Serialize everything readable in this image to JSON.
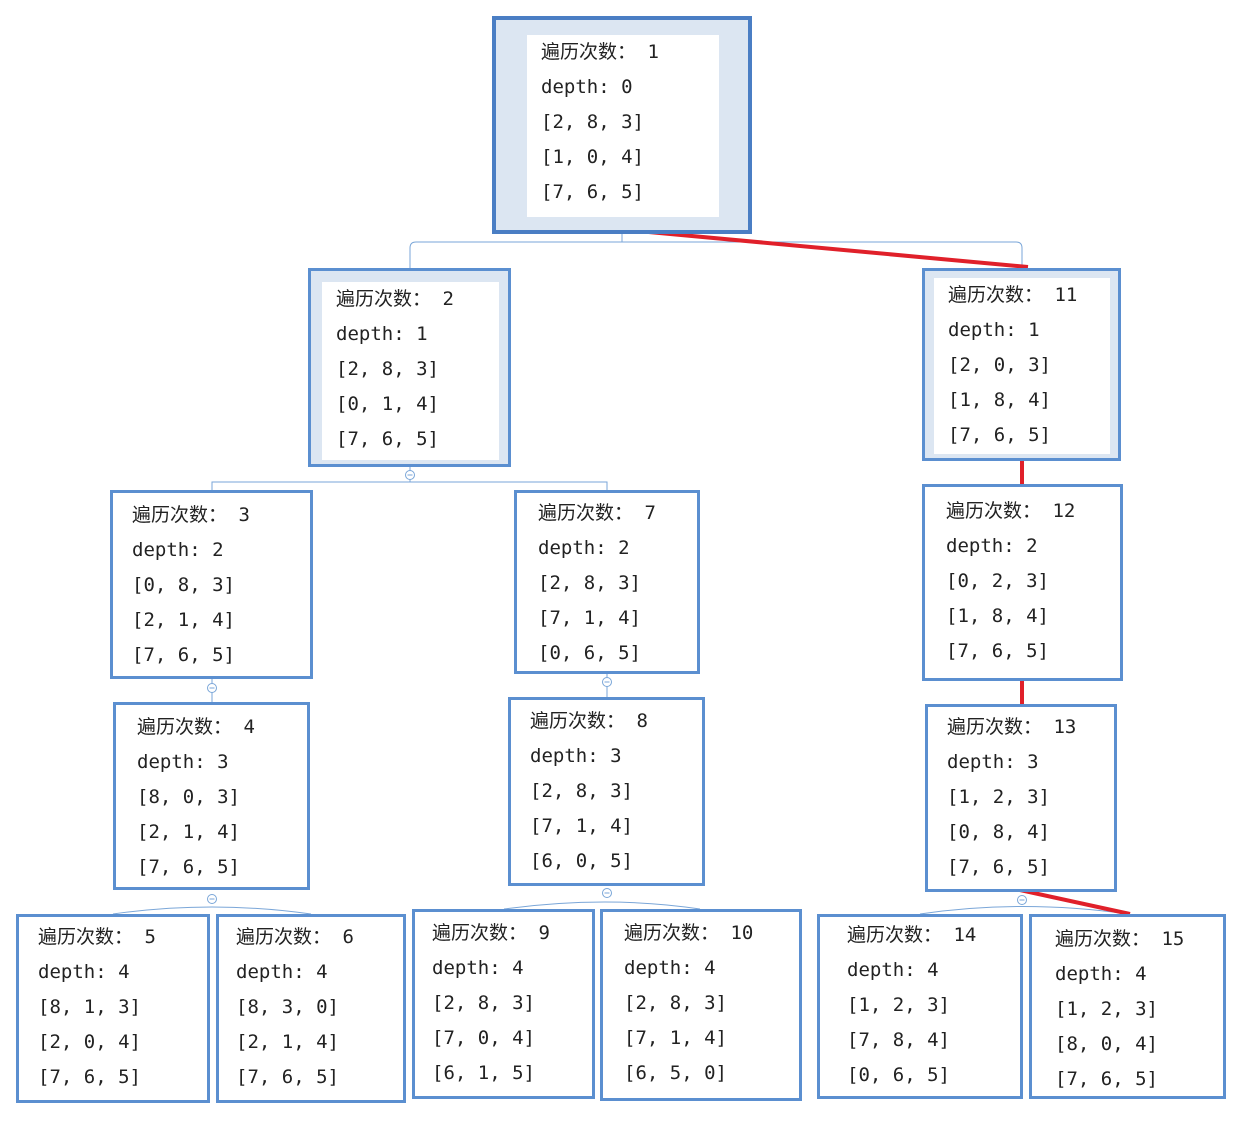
{
  "label_visit": "遍历次数：",
  "label_depth": "depth:",
  "nodes": [
    {
      "id": "n1",
      "visit": "1",
      "depth": "0",
      "rows": [
        "[2, 8, 3]",
        "[1, 0, 4]",
        "[7, 6, 5]"
      ]
    },
    {
      "id": "n2",
      "visit": "2",
      "depth": "1",
      "rows": [
        "[2, 8, 3]",
        "[0, 1, 4]",
        "[7, 6, 5]"
      ]
    },
    {
      "id": "n11",
      "visit": "11",
      "depth": "1",
      "rows": [
        "[2, 0, 3]",
        "[1, 8, 4]",
        "[7, 6, 5]"
      ]
    },
    {
      "id": "n3",
      "visit": "3",
      "depth": "2",
      "rows": [
        "[0, 8, 3]",
        "[2, 1, 4]",
        "[7, 6, 5]"
      ]
    },
    {
      "id": "n7",
      "visit": "7",
      "depth": "2",
      "rows": [
        "[2, 8, 3]",
        "[7, 1, 4]",
        "[0, 6, 5]"
      ]
    },
    {
      "id": "n12",
      "visit": "12",
      "depth": "2",
      "rows": [
        "[0, 2, 3]",
        "[1, 8, 4]",
        "[7, 6, 5]"
      ]
    },
    {
      "id": "n4",
      "visit": "4",
      "depth": "3",
      "rows": [
        "[8, 0, 3]",
        "[2, 1, 4]",
        "[7, 6, 5]"
      ]
    },
    {
      "id": "n8",
      "visit": "8",
      "depth": "3",
      "rows": [
        "[2, 8, 3]",
        "[7, 1, 4]",
        "[6, 0, 5]"
      ]
    },
    {
      "id": "n13",
      "visit": "13",
      "depth": "3",
      "rows": [
        "[1, 2, 3]",
        "[0, 8, 4]",
        "[7, 6, 5]"
      ]
    },
    {
      "id": "n5",
      "visit": "5",
      "depth": "4",
      "rows": [
        "[8, 1, 3]",
        "[2, 0, 4]",
        "[7, 6, 5]"
      ]
    },
    {
      "id": "n6",
      "visit": "6",
      "depth": "4",
      "rows": [
        "[8, 3, 0]",
        "[2, 1, 4]",
        "[7, 6, 5]"
      ]
    },
    {
      "id": "n9",
      "visit": "9",
      "depth": "4",
      "rows": [
        "[2, 8, 3]",
        "[7, 0, 4]",
        "[6, 1, 5]"
      ]
    },
    {
      "id": "n10",
      "visit": "10",
      "depth": "4",
      "rows": [
        "[2, 8, 3]",
        "[7, 1, 4]",
        "[6, 5, 0]"
      ]
    },
    {
      "id": "n14",
      "visit": "14",
      "depth": "4",
      "rows": [
        "[1, 2, 3]",
        "[7, 8, 4]",
        "[0, 6, 5]"
      ]
    },
    {
      "id": "n15",
      "visit": "15",
      "depth": "4",
      "rows": [
        "[1, 2, 3]",
        "[8, 0, 4]",
        "[7, 6, 5]"
      ]
    }
  ],
  "colors": {
    "node_border": "#5b8fd0",
    "node_fill": "#dce6f2",
    "connector": "#7aa6d8",
    "highlight_path": "#e0202a"
  }
}
